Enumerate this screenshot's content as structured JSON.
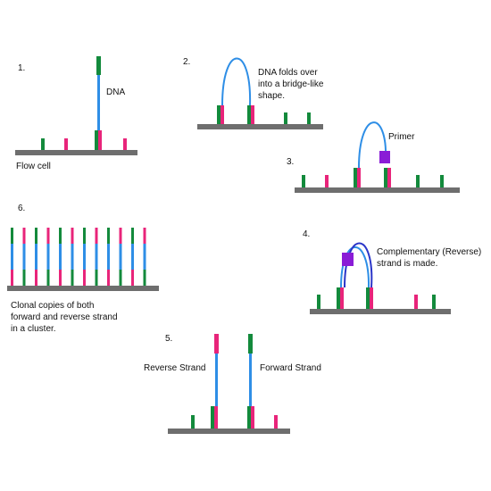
{
  "colors": {
    "flow_cell": "#6e6e6e",
    "adapter_green": "#138a3c",
    "adapter_pink": "#e8247a",
    "dna_light": "#2e8ee6",
    "dna_dark": "#2a35c8",
    "primer": "#8a1cd6"
  },
  "steps": {
    "s1": {
      "number": "1.",
      "label_dna": "DNA",
      "label_flow_cell": "Flow cell"
    },
    "s2": {
      "number": "2.",
      "text": [
        "DNA folds over",
        "into a bridge-like",
        "shape."
      ]
    },
    "s3": {
      "number": "3.",
      "label_primer": "Primer"
    },
    "s4": {
      "number": "4.",
      "text": [
        "Complementary (Reverse)",
        "strand is made."
      ]
    },
    "s5": {
      "number": "5.",
      "label_reverse": "Reverse Strand",
      "label_forward": "Forward Strand"
    },
    "s6": {
      "number": "6.",
      "text": [
        "Clonal copies of both",
        "forward and reverse strand",
        "in a cluster."
      ]
    }
  }
}
